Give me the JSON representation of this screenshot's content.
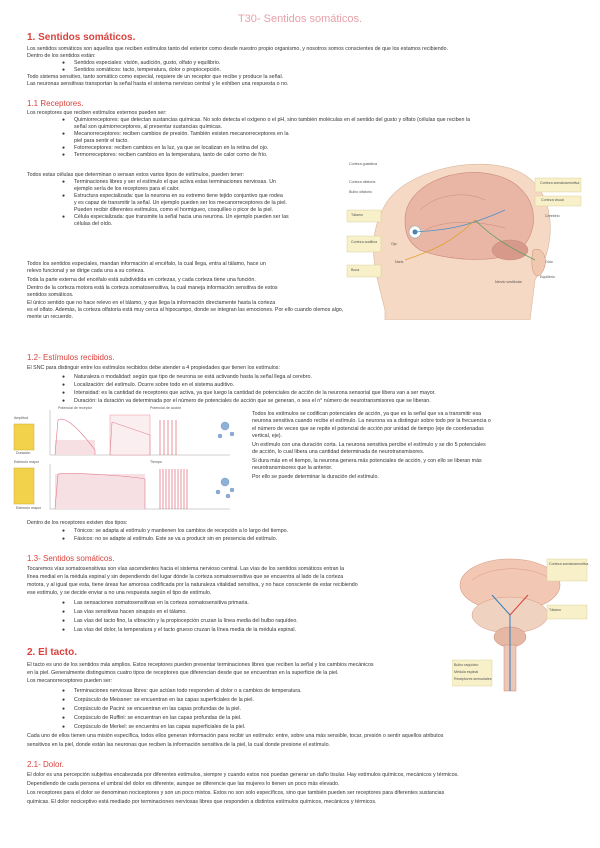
{
  "doc": {
    "title": "T30- Sentidos somáticos.",
    "s1": {
      "heading": "1. Sentidos somáticos.",
      "intro1": "Los sentidos somáticos son aquellos que reciben estímulos tanto del exterior como desde nuestro propio organismo, y nosotros somos conscientes de que los estamos recibiendo.",
      "intro2": "Dentro de los sentidos están:",
      "items": [
        "Sentidos especiales: visión, audición, gusto, olfato y equilibrio.",
        "Sentidos somáticos: tacto, temperatura, dolor o propiocepción."
      ],
      "outro1": "Todo sistema sensitivo, tanto somático como especial, requiere de un receptor que recibe y produce la señal.",
      "outro2": "Las neuronas sensitivas transportan la señal hasta el sistema nervioso central y le exhiben una respuesta o no."
    },
    "s11": {
      "heading": "1.1 Receptores.",
      "intro": "Los receptores que reciben estímulos externos pueden ser:",
      "items": [
        "Quimiorreceptores: que detectan sustancias químicas. No solo detecta el oxígeno o el pH, sino también moléculas en el sentido del gusto y olfato (células que reciben la",
        "señal son quimiorreceptores, al presentar sustancias químicas.",
        "Mecanorreceptores: reciben cambios de presión. También existen mecanorreceptores en la",
        "piel para sentir el tacto.",
        "Fotorreceptores: reciben cambios en la luz, ya que se localizan en la retina del ojo.",
        "Termorreceptores: reciben cambios en la temperatura, tanto de calor como de frío."
      ],
      "p2": "Todos estas células que determinan o sensan estos varios tipos de estímulos, pueden tener:",
      "items2": [
        "Terminaciones libres y ser el estímulo el que activa estas terminaciones nerviosas. Un",
        "ejemplo sería de los receptores para el calor.",
        "Estructura especializada: que la neurona en su extremo tiene tejido conjuntivo que rodea",
        "y es capaz de transmitir la señal. Un ejemplo pueden ser los mecanorreceptores de la piel.",
        "Pueden recibir diferentes estímulos, como el hormigueo, cosquilleo o picor de la piel.",
        "Célula especializada: que transmite la señal hacia una neurona. Un ejemplo pueden ser las",
        "células del oído."
      ],
      "p3": [
        "Todos los sentidos especiales, mandan información al encéfalo, la cual llega, entra al tálamo, hace un",
        "relevo funcional y se dirige cada una a su corteza.",
        "Toda la parte externa del encéfalo está subdividida en cortezas, y cada corteza tiene una función.",
        "Dentro de la corteza motora está la corteza somatosensitiva, la cual maneja información sensitiva de estos",
        "sentidos somáticos.",
        "El único sentido que no hace relevo en el tálamo, y que llega la información directamente hasta la corteza",
        "es el olfato. Además, la corteza olfatoria está muy cerca al hipocampo, donde se integran las emociones. Por ello cuando olemos algo, nos transmite una emoción o se nos viene a la",
        "mente un recuerdo."
      ]
    },
    "s12": {
      "heading": "1.2- Estímulos recibidos.",
      "intro": "El SNC para distinguir entre los estímulos recibidos debe atender a 4 propiedades que tienen los estímulos:",
      "items": [
        "Naturaleza o modalidad: según que tipo de neurona se está activando hasta la señal llega al cerebro.",
        "Localización: del estímulo. Ocurre sobre todo en el sistema auditivo.",
        "Intensidad: es la cantidad de receptores que activa, ya que luego la cantidad de potenciales de acción de la neurona sensorial que libera van a ser mayor.",
        "Duración: la duración va determinada por el número de potenciales de acción que se generan, o sea el n° número de neurotransmisores que se liberan."
      ],
      "side": [
        "Todos los estímulos se codifican potenciales de acción, ya que es la señal que va a transmitir esa",
        "neurona sensitiva cuando recibe el estímulo. La neurona va a distinguir sobre todo por la frecuencia o",
        "el número de veces que se repite el potencial de acción por unidad de tiempo (eje de coordenadas",
        "vertical, eje).",
        "Un estímulo con una duración corta. La neurona sensitiva percibe el estímulo y se dio 5 potenciales",
        "de acción, lo cual libera una cantidad determinada de neurotransmisores.",
        "Si dura más en el tiempo, la neurona genera más potenciales de acción, y con ello se liberan más",
        "neurotransmisores que la anterior.",
        "Por ello se puede determinar la duración del estímulo."
      ],
      "p2": "Dentro de los receptores existen dos tipos:",
      "items2": [
        "Tónicos: se adapta al estímulo y mantienen los cambios de recepción a lo largo del tiempo.",
        "Fásicos: no se adapte al estímulo. Este se va a producir sin en presencia del estímulo."
      ]
    },
    "s13": {
      "heading": "1.3- Sentidos somáticos.",
      "lines": [
        "Tocaremos vías somatosensitivas son vías ascendentes hacia el sistema nervioso central. Las vías de los sentidos somáticos entran la",
        "línea medial en la médula espinal y sin dependiendo del lugar dónde la corteza somatosensitiva que se encuentra al lado de la corteza",
        "motora, y al igual que esta, tiene áreas fue amorosa codificada por la naturaleza vitalidad sensitiva, y no hace consciente de estar recibiendo",
        "ese estímulo, y se decide enviar a no una respuesta según el tipo de estímulo."
      ],
      "items": [
        "Las sensaciones somatosensitivas en la corteza somatosensitiva primaria.",
        "Las vías sensitivas hacen sinapsis en el tálamo.",
        "Las vías del tacto fino, la vibración y la propiocepción cruzan la línea media del bulbo raquídeo.",
        "Las vías del dolor, la temperatura y el tacto grueso cruzan la línea media de la médula espinal."
      ]
    },
    "s2": {
      "heading": "2. El tacto.",
      "lines": [
        "El tacto es uno de los sentidos más amplios. Estos receptores pueden presentar terminaciones libres que reciben la señal y los cambios mecánicos",
        "en la piel. Generalmente distinguimos cuatro tipos de receptores que diferencian desde que se encuentran en la superficie de la piel.",
        "Los mecanorreceptores pueden ser:"
      ],
      "items": [
        "Terminaciones nerviosas libres: que actúan todo responden al dolor o a cambios de temperatura.",
        "Corpúsculo de Meissner: se encuentran en las capas superficiales de la piel.",
        "Corpúsculo de Pacini: se encuentran en las capas profundas de la piel.",
        "Corpúsculo de Ruffini: se encuentran en las capas profundas de la piel.",
        "Corpúsculo de Merkel: se encuentra en las capas superficiales de la piel."
      ],
      "end": [
        "Cada uno de ellos tienen una misión específica, todos ellos generan información para recibir un estímulo: entre, sobre una más sensible, tocar, presión o sentir aquellos atributos",
        "sensitivos en la piel, donde están las neuronas que reciben la información sensitiva de la piel, la cual donde presione el estímulo."
      ]
    },
    "s21": {
      "heading": "2.1- Dolor.",
      "lines": [
        "El dolor es una percepción subjetiva encabezada por diferentes estímulos, siempre y cuando estos nos puedan generar un daño tisular. Hay estímulos químicos, mecánicos y térmicos.",
        "Dependiendo de cada persona el umbral del dolor es diferente, aunque se diferencie que las mujeres lo tienen un poco más elevado.",
        "Los receptores para el dolor se denominan nociceptores y son un poco mixtos. Estos no son solo específicos, sino que también pueden ser receptores para diferentes sustancias",
        "químicas. El dolor nociceptivo está mediado por terminaciones nerviosas libres que responden a distintos estímulos químicos, mecánicos y térmicos."
      ]
    }
  },
  "figures": {
    "brain_labels": [
      "Corteza gustativa",
      "Corteza olfatoria",
      "Bulbo olfatorio",
      "Corteza visual",
      "Cerebelo",
      "Oído",
      "Ojo",
      "Nariz",
      "Boca",
      "Equilibrio",
      "Corteza auditiva",
      "Tálamo",
      "Nervio vestibular",
      "Corteza somatosensitiva"
    ],
    "graph_labels": [
      "Amplitud",
      "Duración",
      "Estímulo mayor",
      "Potencial de receptor",
      "Potencial de acción",
      "Tiempo",
      "Estímulo mayor"
    ],
    "spine_labels": [
      "Corteza somatosensitiva",
      "Tálamo",
      "Bulbo raquídeo",
      "Médula espinal",
      "Receptores sensoriales"
    ],
    "colors": {
      "heading": "#d9433f",
      "title": "#e8a0a8"
    }
  }
}
